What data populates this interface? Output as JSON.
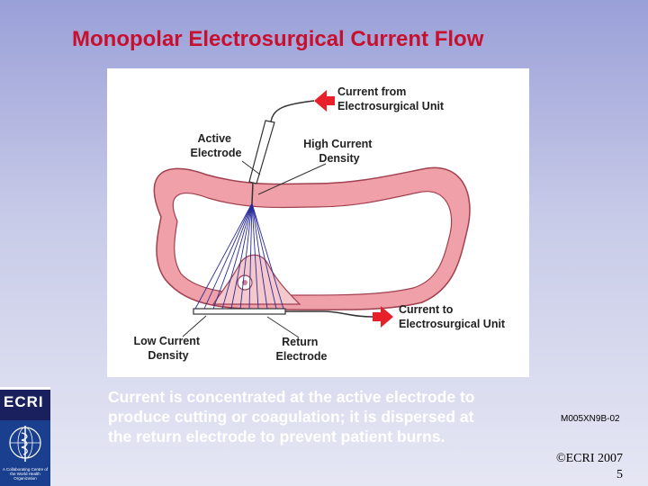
{
  "slide": {
    "title": "Monopolar Electrosurgical Current Flow",
    "caption": [
      "Current is concentrated at the active electrode to",
      "produce cutting or coagulation; it is dispersed at",
      "the return electrode to prevent patient burns."
    ],
    "ref_code": "M005XN9B-02",
    "copyright": "©ECRI 2007",
    "page_number": "5"
  },
  "diagram": {
    "labels": {
      "current_from": [
        "Current from",
        "Electrosurgical Unit"
      ],
      "active_electrode": [
        "Active",
        "Electrode"
      ],
      "high_current_density": [
        "High Current",
        "Density"
      ],
      "current_to": [
        "Current to",
        "Electrosurgical Unit"
      ],
      "low_current_density": [
        "Low Current",
        "Density"
      ],
      "return_electrode": [
        "Return",
        "Electrode"
      ]
    },
    "colors": {
      "arrow": "#e8202a",
      "tissue": "#f0a0a8",
      "current_lines": "#2a2a9a"
    }
  },
  "logos": {
    "ecri": "ECRI",
    "who_note": "A Collaborating Centre of the World Health Organization"
  }
}
